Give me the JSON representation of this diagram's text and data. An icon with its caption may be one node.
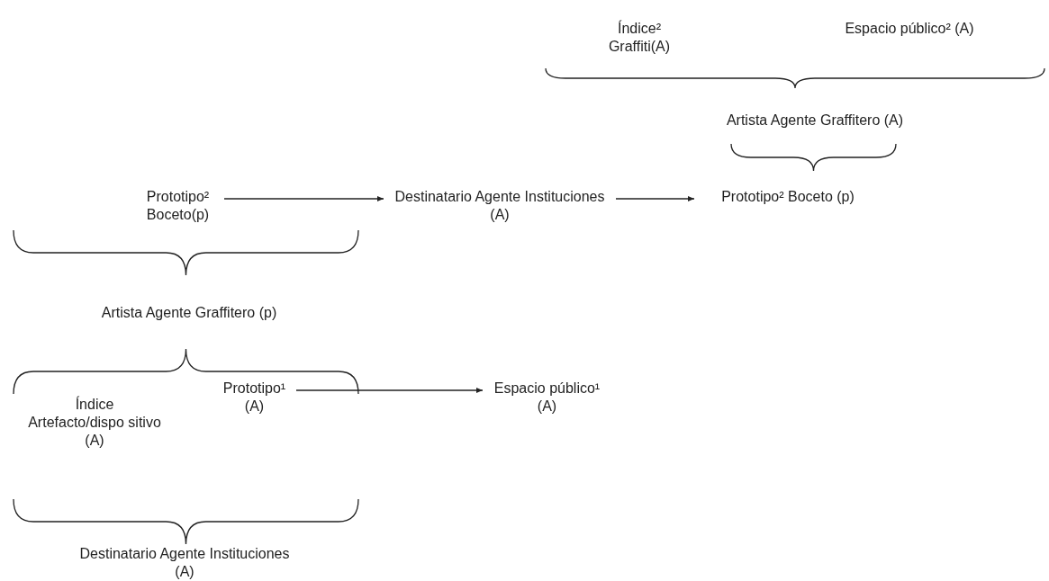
{
  "diagram": {
    "nodes": [
      {
        "text": [
          "Prototipo² Boceto(p)"
        ]
      },
      {
        "text": [
          "Destinatario Agente Instituciones (A)"
        ]
      },
      {
        "text": [
          "Prototipo² Boceto (p)"
        ]
      },
      {
        "text": [
          "Prototipo¹ (A)"
        ]
      },
      {
        "text": [
          "Espacio público¹ (A)"
        ]
      }
    ],
    "edges": [
      {
        "from": 0,
        "to": 1,
        "arrow": "to"
      },
      {
        "from": 1,
        "to": 2,
        "arrow": "to"
      },
      {
        "from": 3,
        "to": 4,
        "arrow": "to"
      }
    ],
    "labels": [
      "Índice² Graffiti(A)",
      "Espacio público² (A)",
      "Artista Agente Graffitero (A)",
      "Artista Agente Graffitero (p)",
      "Índice Artefacto/dispo sitivo (A)",
      "Destinatario Agente Instituciones (A)"
    ]
  }
}
